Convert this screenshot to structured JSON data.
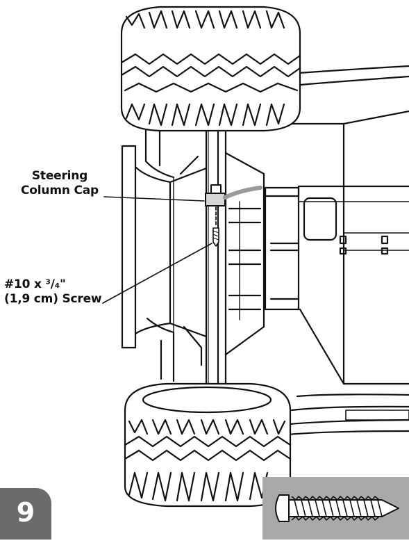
{
  "callouts": {
    "steering_column_cap": [
      "Steering",
      "Column Cap"
    ],
    "screw": [
      "#10 x ³/₄\"",
      "(1,9 cm) Screw"
    ]
  },
  "step": {
    "number": "9"
  },
  "colors": {
    "line": "#111111",
    "badge": "#6b6b6b",
    "inset": "#a9a9a9"
  }
}
